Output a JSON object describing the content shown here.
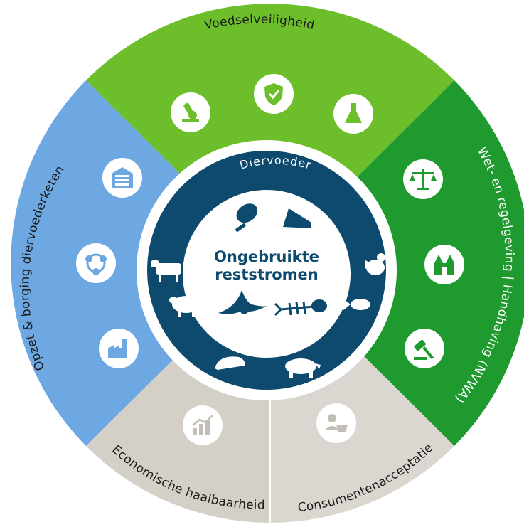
{
  "segments": {
    "voedselveiligheid": {
      "label": "Voedselveiligheid",
      "color": "#6cbf2b"
    },
    "wetgeving": {
      "label": "Wet- en regelgeving | Handhaving (NVWA)",
      "color": "#1e9a2f"
    },
    "consumenten": {
      "label": "Consumentenacceptatie",
      "color": "#d9d5ce"
    },
    "economisch": {
      "label": "Economische haalbaarheid",
      "color": "#d9d5ce"
    },
    "opzet": {
      "label": "Opzet & borging diervoederketen",
      "color": "#6ea8e2"
    }
  },
  "ring": {
    "label": "Diervoeder",
    "color": "#0d4a6e"
  },
  "center": {
    "line1": "Ongebruikte",
    "line2": "reststromen",
    "color": "#0d4a6e"
  },
  "icons": {
    "outer": [
      "microscope-icon",
      "shield-check-icon",
      "flask-icon",
      "scales-icon",
      "church-icon",
      "gavel-icon",
      "consumer-basket-icon",
      "growth-chart-icon",
      "factory-icon",
      "network-icon",
      "warehouse-icon"
    ],
    "inner": [
      "ham-icon",
      "cheese-icon",
      "chicken-icon",
      "fish-icon",
      "pig-icon",
      "larva-icon",
      "sheep-icon",
      "cow-icon",
      "banana-peel-icon",
      "fish-bone-icon"
    ]
  }
}
